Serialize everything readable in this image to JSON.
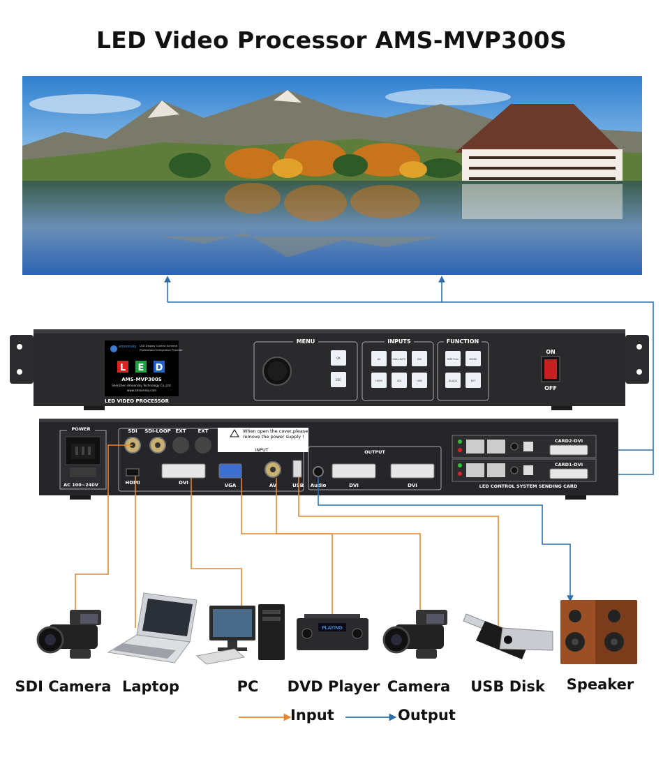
{
  "title": "LED Video Processor AMS-MVP300S",
  "front_panel": {
    "menu_label": "MENU",
    "inputs_label": "INPUTS",
    "function_label": "FUNCTION",
    "on_label": "ON",
    "off_label": "OFF",
    "model_caption": "LED VIDEO PROCESSOR",
    "lcd": {
      "brand": "amoonsky",
      "brand_sub1": "LED Display Control Scheme",
      "brand_sub2": "Professional Integration Provider",
      "led_letters": [
        "L",
        "E",
        "D"
      ],
      "model": "AMS-MVP300S",
      "company": "Shenzhen Amoonsky Technology Co.,Ltd.",
      "website": "www.amoonsky.com"
    },
    "menu_buttons": [
      "OK",
      "ESC"
    ],
    "input_buttons": [
      "AV",
      "VGA1 AUTO",
      "DVI",
      "HDMI",
      "SDI",
      "USB"
    ],
    "function_buttons": [
      "PART FULL",
      "MODE",
      "BLACK",
      "EXT"
    ]
  },
  "rear_panel": {
    "power_label": "POWER",
    "power_rating": "AC 100~240V",
    "port_sdi": "SDI",
    "port_sdi_loop": "SDI-LOOP",
    "port_ext1": "EXT",
    "port_ext2": "EXT",
    "warning_line1": "When open the cover,please",
    "warning_line2": "remove the power supply !",
    "input_label": "INPUT",
    "output_label": "OUTPUT",
    "port_hdmi": "HDMI",
    "port_dvi_in": "DVI",
    "port_vga": "VGA",
    "port_av": "AV",
    "port_usb": "USB",
    "port_audio": "Audio",
    "port_dvi_out1": "DVI",
    "port_dvi_out2": "DVI",
    "card2": "CARD2-DVI",
    "card1": "CARD1-DVI",
    "sending_card": "LED CONTROL SYSTEM SENDING CARD"
  },
  "devices": [
    "SDI Camera",
    "Laptop",
    "PC",
    "DVD Player",
    "Camera",
    "USB Disk",
    "Speaker"
  ],
  "dvd_display": "PLAYING",
  "legend": {
    "input": "Input",
    "output": "Output"
  },
  "colors": {
    "input_line": "#e8852a",
    "output_line": "#2f6fa8",
    "button_led": "#e02020"
  }
}
